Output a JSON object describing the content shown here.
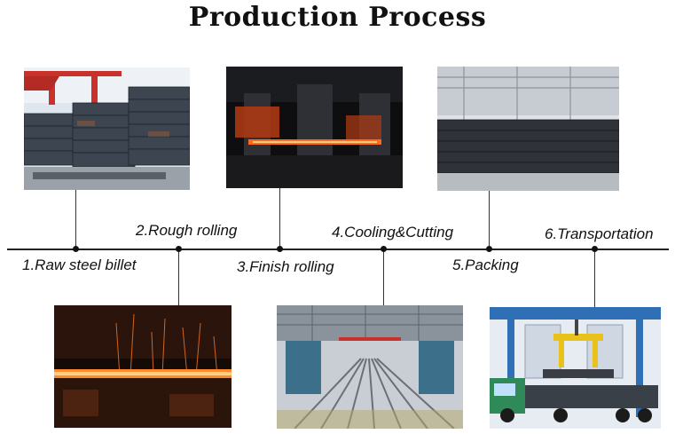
{
  "title": "Production Process",
  "steps": [
    {
      "label": "1.Raw steel billet"
    },
    {
      "label": "2.Rough rolling"
    },
    {
      "label": "3.Finish rolling"
    },
    {
      "label": "4.Cooling&Cutting"
    },
    {
      "label": "5.Packing"
    },
    {
      "label": "6.Transportation"
    }
  ],
  "colors": {
    "line": "#222222",
    "text": "#111111",
    "hot_steel": "#ff6a1a",
    "crane_red": "#c8322a",
    "crane_blue": "#2e6fb5",
    "crane_yellow": "#e8c21a",
    "truck_green": "#2f8a5a"
  }
}
